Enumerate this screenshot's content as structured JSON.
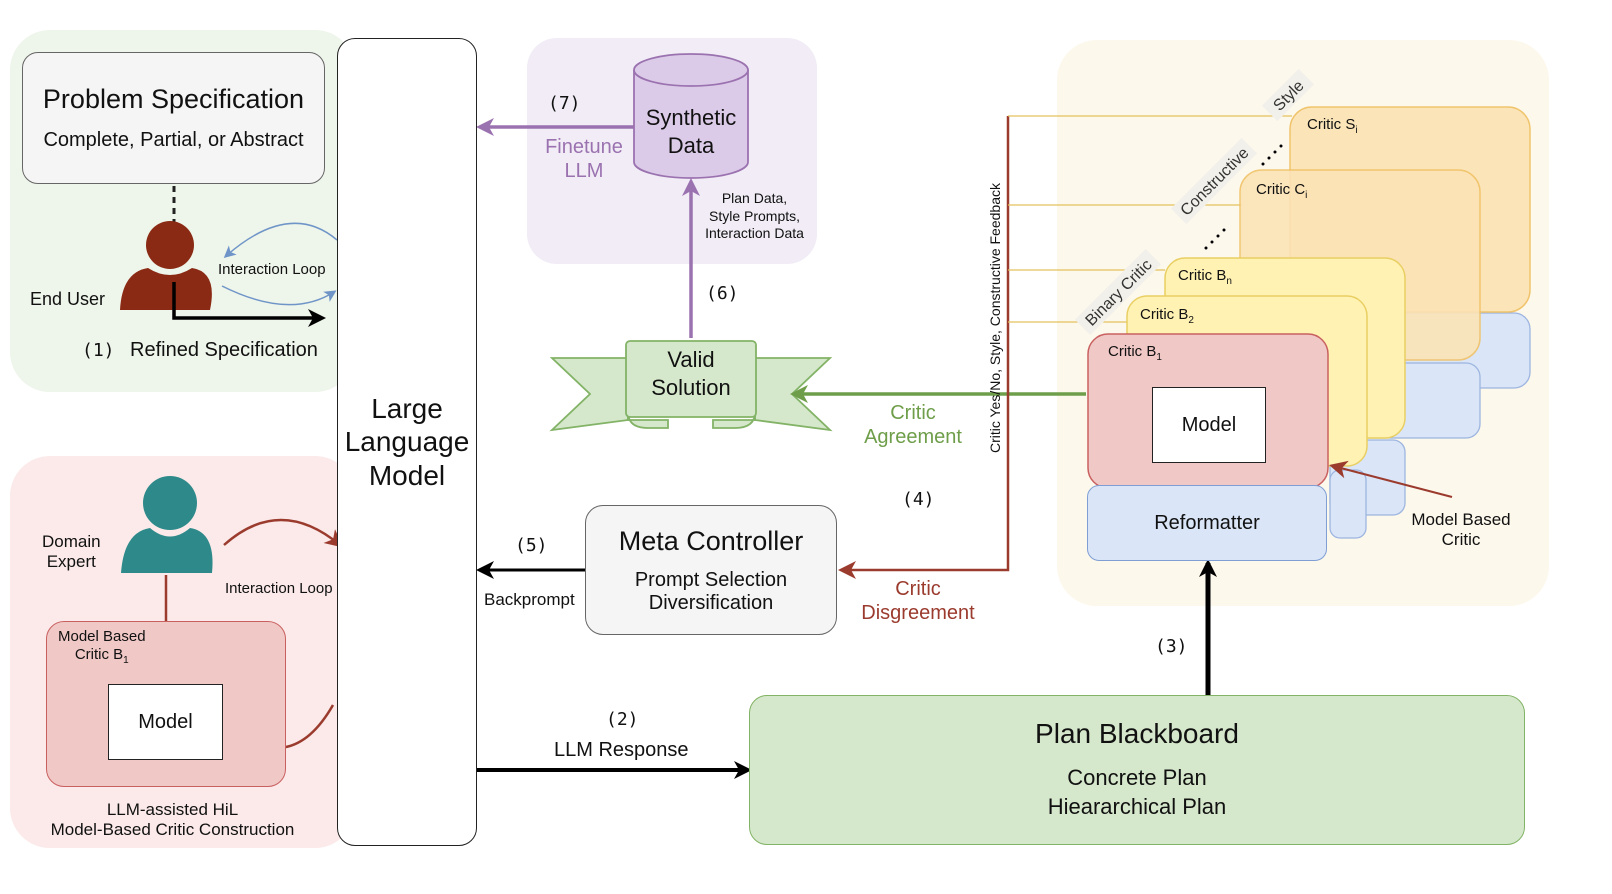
{
  "problem_spec": {
    "title": "Problem Specification",
    "subtitle": "Complete, Partial, or Abstract"
  },
  "end_user": {
    "label": "End User",
    "loop_label": "Interaction Loop",
    "step": "(1)",
    "refined": "Refined Specification"
  },
  "llm": {
    "line1": "Large",
    "line2": "Language",
    "line3": "Model"
  },
  "domain_expert": {
    "label_line1": "Domain",
    "label_line2": "Expert",
    "loop_label": "Interaction Loop",
    "critic_line1": "Model Based",
    "critic_line2": "Critic B",
    "critic_sub": "1",
    "model": "Model",
    "caption_line1": "LLM-assisted HiL",
    "caption_line2": "Model-Based Critic Construction"
  },
  "synthetic_data": {
    "line1": "Synthetic",
    "line2": "Data",
    "step": "(7)",
    "finetune_line1": "Finetune",
    "finetune_line2": "LLM",
    "plan_data_line1": "Plan Data,",
    "plan_data_line2": "Style Prompts,",
    "plan_data_line3": "Interaction Data"
  },
  "valid_solution": {
    "line1": "Valid",
    "line2": "Solution",
    "step": "(6)"
  },
  "critic_agreement": {
    "line1": "Critic",
    "line2": "Agreement"
  },
  "meta_controller": {
    "title": "Meta Controller",
    "line1": "Prompt Selection",
    "line2": "Diversification",
    "step": "(5)",
    "backprompt": "Backprompt"
  },
  "critic_disagreement": {
    "line1": "Critic",
    "line2": "Disgreement",
    "step": "(4)"
  },
  "feedback_label": "Critic Yes/No, Style, Constructive Feedback",
  "critics": {
    "style_label": "Style",
    "constructive_label": "Constructive",
    "binary_label": "Binary Critic",
    "critic_s": "Critic S",
    "critic_s_sub": "i",
    "critic_c": "Critic C",
    "critic_c_sub": "i",
    "critic_bn": "Critic B",
    "critic_bn_sub": "n",
    "critic_b2": "Critic B",
    "critic_b2_sub": "2",
    "critic_b1": "Critic B",
    "critic_b1_sub": "1",
    "model": "Model",
    "reformatter": "Reformatter",
    "model_based_line1": "Model Based",
    "model_based_line2": "Critic",
    "step": "(3)"
  },
  "blackboard": {
    "title": "Plan Blackboard",
    "line1": "Concrete Plan",
    "line2": "Hieararchical Plan"
  },
  "llm_response": {
    "step": "(2)",
    "label": "LLM Response"
  },
  "colors": {
    "green_region": "#eef5ea",
    "red_region": "#fbeae9",
    "purple_region": "#f1ecf5",
    "yellow_region": "#fdf8ec",
    "purple_arrow": "#9b72b0",
    "green_arrow": "#6f9e4a",
    "red_arrow": "#9b3b2e",
    "person_red": "#8b2a14",
    "person_teal": "#2e8a8a"
  }
}
